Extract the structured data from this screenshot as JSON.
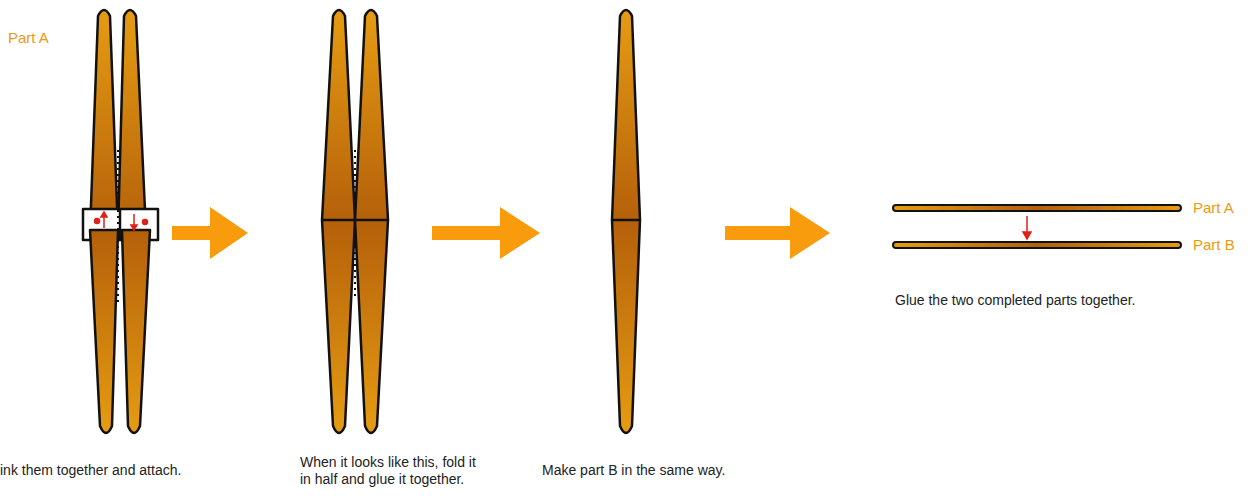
{
  "diagram": {
    "labels": [
      "Part A",
      "ink them together and attach.",
      "When it looks like this, fold it in half and glue it together.",
      "Make part B in the same way.",
      "Part A",
      "Part B",
      "Glue the two completed parts together."
    ]
  }
}
